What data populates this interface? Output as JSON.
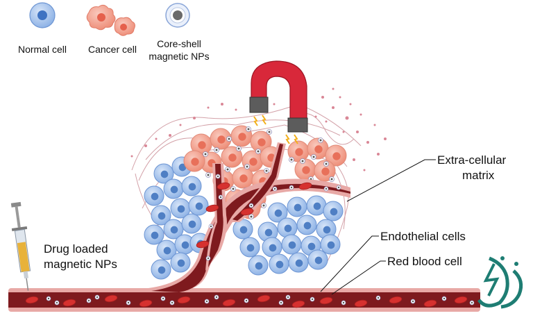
{
  "legend": {
    "normal_cell": "Normal cell",
    "cancer_cell": "Cancer cell",
    "core_shell_line1": "Core-shell",
    "core_shell_line2": "magnetic NPs"
  },
  "callouts": {
    "ecm_line1": "Extra-cellular",
    "ecm_line2": "matrix",
    "endothelial": "Endothelial cells",
    "rbc": "Red blood cell",
    "drug_line1": "Drug loaded",
    "drug_line2": "magnetic NPs"
  },
  "colors": {
    "vessel_outer": "#e8a9a6",
    "vessel_inner": "#7e1a1e",
    "rbc": "#d6312f",
    "normal_cell_fill": "#a9c6ee",
    "normal_cell_nucleus": "#4f7fc4",
    "cancer_cell_fill": "#f2a493",
    "cancer_cell_nucleus": "#e8705a",
    "magnet_red": "#d8283a",
    "magnet_pole": "#5c5c5c",
    "syringe_fluid": "#e8b23a",
    "logo_teal": "#1e7d73"
  },
  "icons": {
    "magnet": "magnet-icon",
    "syringe": "syringe-icon",
    "logo": "logo-icon"
  }
}
